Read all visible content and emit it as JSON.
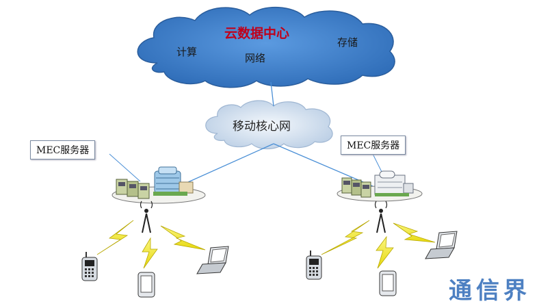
{
  "cloud": {
    "title": "云数据中心",
    "compute": "计算",
    "network": "网络",
    "storage": "存储"
  },
  "core_network": {
    "label": "移动核心网"
  },
  "mec_left": {
    "label": "MEC服务器"
  },
  "mec_right": {
    "label": "MEC服务器"
  },
  "watermark": {
    "text": "通信界"
  },
  "colors": {
    "cloud_fill": "#3d7ec9",
    "core_cloud_fill": "#dbe6f3",
    "link_line": "#4a8fd6",
    "lightning": "#f4ee2a",
    "title_red": "#c0001a"
  }
}
